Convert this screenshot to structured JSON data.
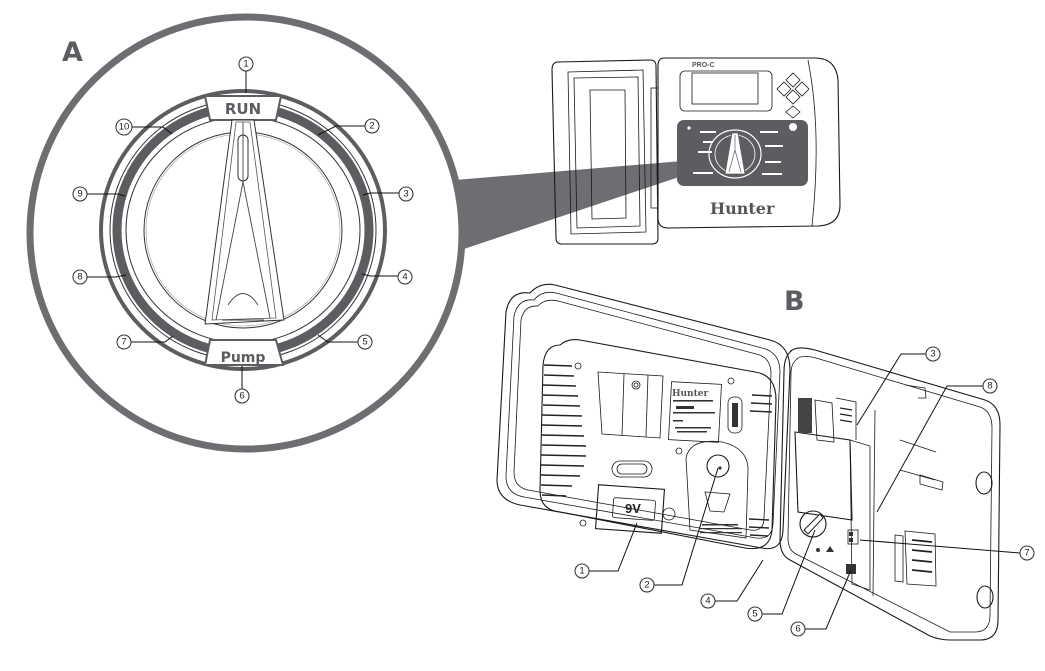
{
  "figure": {
    "panel_a": {
      "label": "A",
      "dial_top_label": "RUN",
      "dial_bottom_label": "Pump",
      "callouts": [
        "1",
        "2",
        "3",
        "4",
        "5",
        "6",
        "7",
        "8",
        "9",
        "10"
      ]
    },
    "controller_front": {
      "model_label": "PRO-C",
      "brand_label": "Hunter"
    },
    "panel_b": {
      "label": "B",
      "battery_label": "9V",
      "callouts": [
        "1",
        "2",
        "3",
        "4",
        "5",
        "6",
        "7",
        "8"
      ]
    },
    "colors": {
      "accent_gray": "#5c5d60",
      "line": "#1a1a1a",
      "background": "#ffffff"
    }
  }
}
